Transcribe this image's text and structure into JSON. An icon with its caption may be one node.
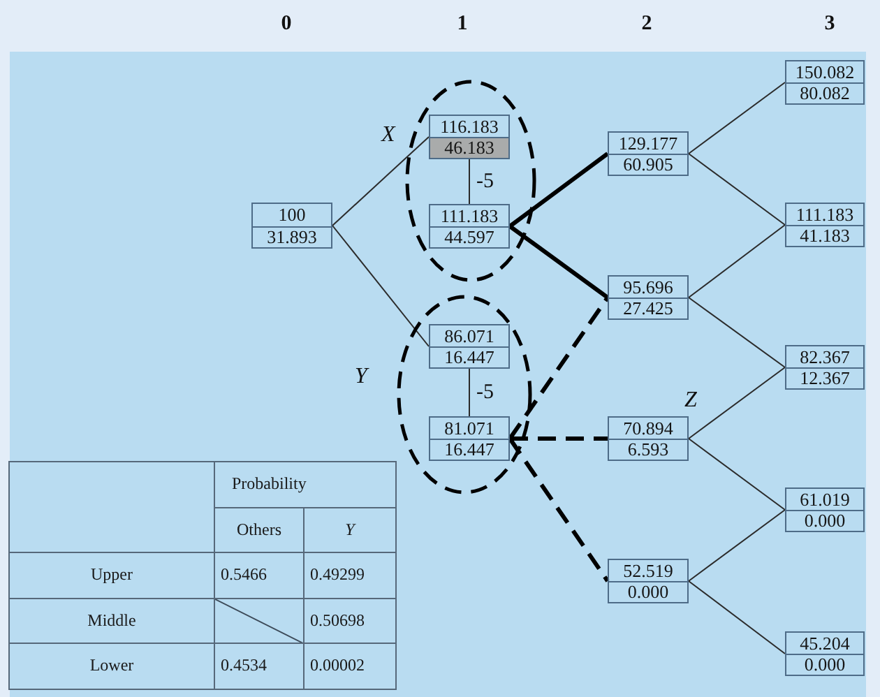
{
  "diagram": {
    "nodes": [
      {
        "text": [
          "100",
          "31.893"
        ]
      },
      {
        "text": [
          "X"
        ]
      },
      {
        "text": [
          "116.183",
          "46.183"
        ],
        "in": 1
      },
      {
        "text": [
          "111.183",
          "44.597"
        ],
        "in": 1
      },
      {
        "text": [
          "Y"
        ]
      },
      {
        "text": [
          "86.071",
          "16.447"
        ],
        "in": 4
      },
      {
        "text": [
          "81.071",
          "16.447"
        ],
        "in": 4
      },
      {
        "text": [
          "129.177",
          "60.905"
        ]
      },
      {
        "text": [
          "95.696",
          "27.425"
        ]
      },
      {
        "text": [
          "70.894",
          "6.593"
        ],
        "beside": [
          "Z"
        ]
      },
      {
        "text": [
          "52.519",
          "0.000"
        ]
      },
      {
        "text": [
          "150.082",
          "80.082"
        ]
      },
      {
        "text": [
          "111.183",
          "41.183"
        ]
      },
      {
        "text": [
          "82.367",
          "12.367"
        ]
      },
      {
        "text": [
          "61.019",
          "0.000"
        ]
      },
      {
        "text": [
          "45.204",
          "0.000"
        ]
      }
    ],
    "edges": [
      {
        "from": 0,
        "to": 2,
        "arrow": "none"
      },
      {
        "from": 0,
        "to": 5,
        "arrow": "none"
      },
      {
        "from": 2,
        "to": 3,
        "arrow": "none",
        "label": "-5"
      },
      {
        "from": 5,
        "to": 6,
        "arrow": "none",
        "label": "-5"
      },
      {
        "from": 3,
        "to": 7,
        "arrow": "none",
        "style": "thick"
      },
      {
        "from": 3,
        "to": 8,
        "arrow": "none",
        "style": "thick"
      },
      {
        "from": 6,
        "to": 8,
        "arrow": "none",
        "style": "dashed"
      },
      {
        "from": 6,
        "to": 9,
        "arrow": "none",
        "style": "dashed"
      },
      {
        "from": 6,
        "to": 10,
        "arrow": "none",
        "style": "dashed"
      },
      {
        "from": 7,
        "to": 11,
        "arrow": "none"
      },
      {
        "from": 7,
        "to": 12,
        "arrow": "none"
      },
      {
        "from": 8,
        "to": 12,
        "arrow": "none"
      },
      {
        "from": 8,
        "to": 13,
        "arrow": "none"
      },
      {
        "from": 9,
        "to": 13,
        "arrow": "none"
      },
      {
        "from": 9,
        "to": 14,
        "arrow": "none"
      },
      {
        "from": 10,
        "to": 14,
        "arrow": "none"
      },
      {
        "from": 10,
        "to": 15,
        "arrow": "none"
      }
    ],
    "labels": [
      "0",
      "1",
      "2",
      "3",
      "Probability",
      "Others",
      "Y",
      "Upper",
      "0.5466",
      "0.49299",
      "Middle",
      "0.50698",
      "Lower",
      "0.4534",
      "0.00002"
    ]
  }
}
